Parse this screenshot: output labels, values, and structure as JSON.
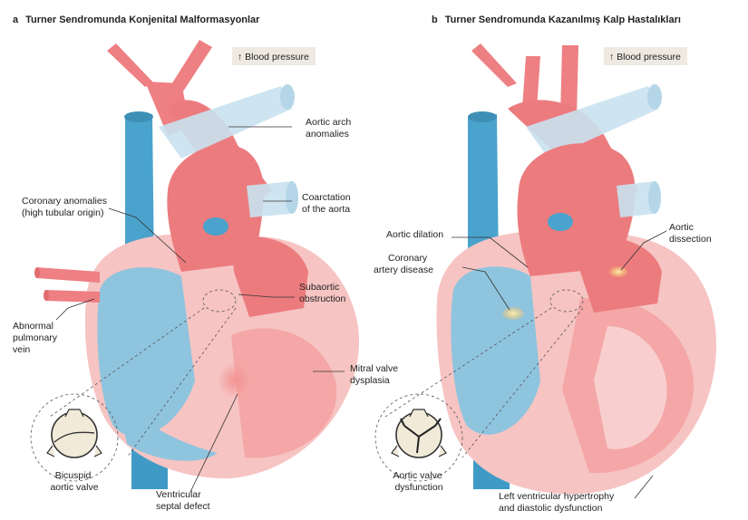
{
  "panel_a": {
    "letter": "a",
    "title": "Turner Sendromunda Konjenital Malformasyonlar",
    "blood_pressure": "↑ Blood pressure",
    "labels": {
      "aortic_arch_1": "Aortic arch",
      "aortic_arch_2": "anomalies",
      "coarctation_1": "Coarctation",
      "coarctation_2": "of the aorta",
      "coronary_1": "Coronary anomalies",
      "coronary_2": "(high tubular origin)",
      "subaortic_1": "Subaortic",
      "subaortic_2": "obstruction",
      "pulmonary_1": "Abnormal",
      "pulmonary_2": "pulmonary",
      "pulmonary_3": "vein",
      "mitral_1": "Mitral valve",
      "mitral_2": "dysplasia",
      "bicuspid_1": "Bicuspid",
      "bicuspid_2": "aortic valve",
      "septal_1": "Ventricular",
      "septal_2": "septal defect"
    }
  },
  "panel_b": {
    "letter": "b",
    "title": "Turner Sendromunda Kazanılmış Kalp Hastalıkları",
    "blood_pressure": "↑ Blood pressure",
    "labels": {
      "dilation": "Aortic dilation",
      "dissection_1": "Aortic",
      "dissection_2": "dissection",
      "coronary_1": "Coronary",
      "coronary_2": "artery disease",
      "valve_dys_1": "Aortic valve",
      "valve_dys_2": "dysfunction",
      "lvh_1": "Left ventricular hypertrophy",
      "lvh_2": "and diastolic dysfunction"
    }
  },
  "colors": {
    "vessel_red": "#ee7f82",
    "heart_pink": "#f6c4c3",
    "heart_red": "#ec7b7e",
    "vein_blue": "#4aa3cc",
    "light_blue": "#c9e2ef",
    "chamber_blue": "#8fc4de",
    "box_fill": "#eeeae2"
  }
}
